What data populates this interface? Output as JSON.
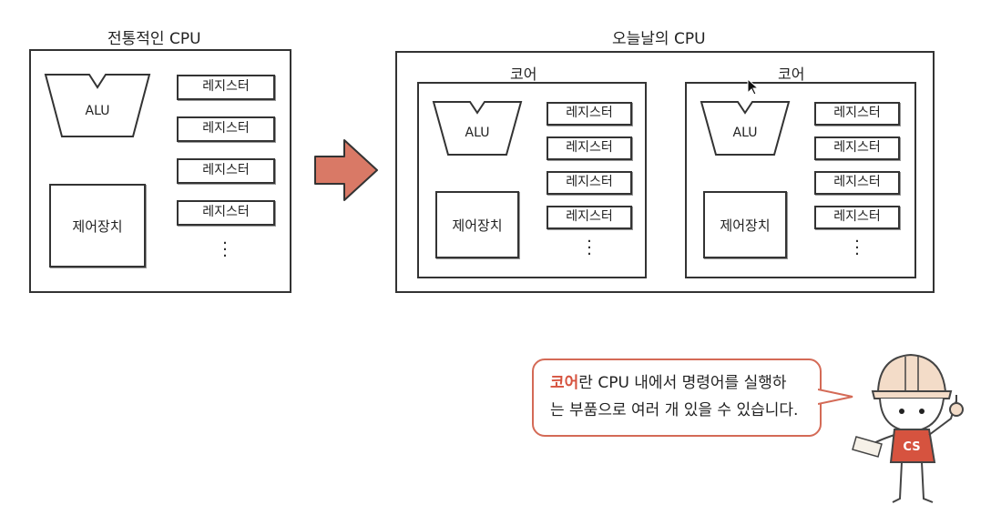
{
  "left": {
    "title": "전통적인 CPU",
    "alu": "ALU",
    "control": "제어장치",
    "registers": [
      "레지스터",
      "레지스터",
      "레지스터",
      "레지스터"
    ]
  },
  "right": {
    "title": "오늘날의 CPU",
    "cores": [
      {
        "label": "코어",
        "alu": "ALU",
        "control": "제어장치",
        "registers": [
          "레지스터",
          "레지스터",
          "레지스터",
          "레지스터"
        ]
      },
      {
        "label": "코어",
        "alu": "ALU",
        "control": "제어장치",
        "registers": [
          "레지스터",
          "레지스터",
          "레지스터",
          "레지스터"
        ]
      }
    ]
  },
  "caption": {
    "highlight": "코어",
    "rest_line1": "란 CPU 내에서 명령어를 실행하",
    "line2": "는 부품으로 여러 개 있을 수 있습니다."
  },
  "mascot": {
    "badge": "CS"
  },
  "colors": {
    "arrow": "#d97966",
    "accent": "#d6533f",
    "mascot_shirt": "#d6533f"
  }
}
